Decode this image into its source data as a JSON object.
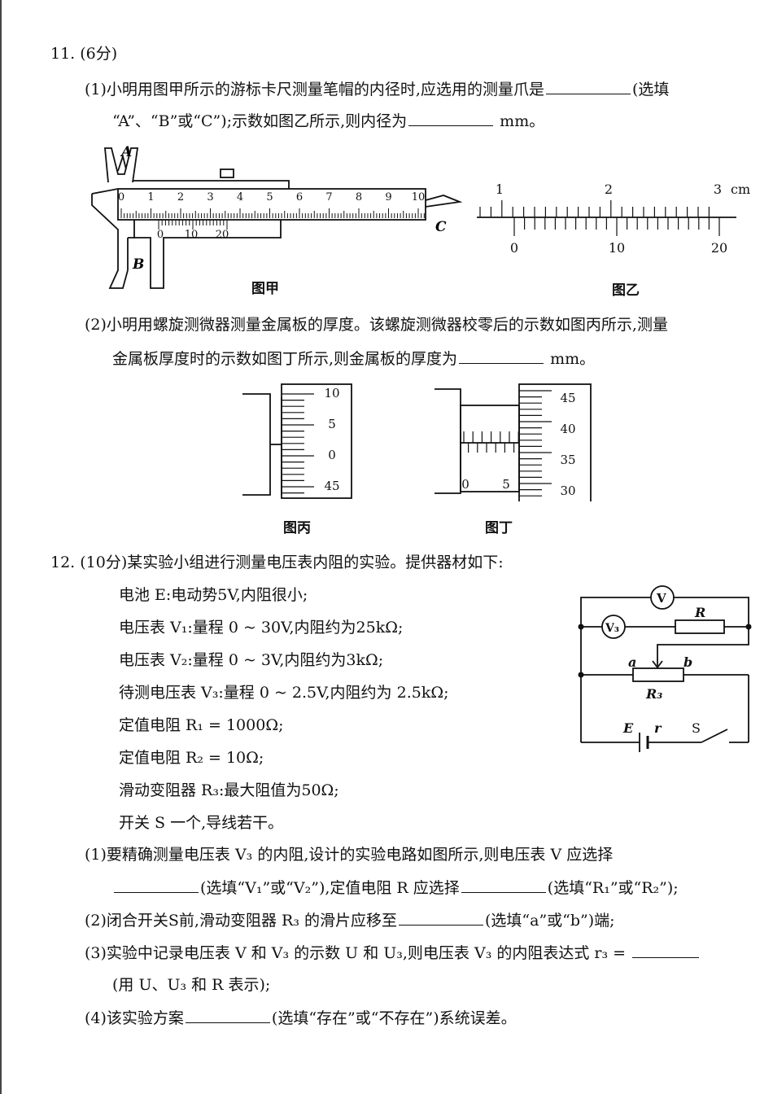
{
  "q11": {
    "head": "11. (6分)",
    "p1_line1a": "(1)小明用图甲所示的游标卡尺测量笔帽的内径时,应选用的测量爪是",
    "p1_line1b": "(选填",
    "p1_line2a": "“A”、“B”或“C”);示数如图乙所示,则内径为",
    "p1_unit": "mm。",
    "p2_line1": "(2)小明用螺旋测微器测量金属板的厚度。该螺旋测微器校零后的示数如图丙所示,测量",
    "p2_line2a": "金属板厚度时的示数如图丁所示,则金属板的厚度为",
    "p2_unit": "mm。",
    "fig_jia": {
      "caption": "图甲",
      "label_a": "A",
      "label_b": "B",
      "label_c": "C",
      "main_numbers": [
        "0",
        "1",
        "2",
        "3",
        "4",
        "5",
        "6",
        "7",
        "8",
        "9",
        "10"
      ],
      "vernier_numbers": [
        "0",
        "10",
        "20"
      ]
    },
    "fig_yi": {
      "caption": "图乙",
      "main_numbers": [
        "1",
        "2",
        "3"
      ],
      "unit": "cm",
      "vernier_numbers": [
        "0",
        "10",
        "20"
      ]
    },
    "fig_bing": {
      "caption": "图丙",
      "numbers": [
        "10",
        "5",
        "0",
        "45"
      ]
    },
    "fig_ding": {
      "caption": "图丁",
      "numbers": [
        "45",
        "40",
        "35",
        "30"
      ],
      "sleeve_numbers": [
        "0",
        "5"
      ]
    }
  },
  "q12": {
    "head": "12. (10分)某实验小组进行测量电压表内阻的实验。提供器材如下:",
    "items": [
      "电池 E:电动势5V,内阻很小;",
      "电压表 V₁:量程 0 ~ 30V,内阻约为25kΩ;",
      "电压表 V₂:量程 0 ~ 3V,内阻约为3kΩ;",
      "待测电压表 V₃:量程 0 ~ 2.5V,内阻约为 2.5kΩ;",
      "定值电阻 R₁ = 1000Ω;",
      "定值电阻 R₂ = 10Ω;",
      "滑动变阻器 R₃:最大阻值为50Ω;",
      "开关 S 一个,导线若干。"
    ],
    "s1_line1": "(1)要精确测量电压表 V₃ 的内阻,设计的实验电路如图所示,则电压表 V 应选择",
    "s1_line2a": "(选填“V₁”或“V₂”),定值电阻 R 应选择",
    "s1_line2b": "(选填“R₁”或“R₂”);",
    "s2_a": "(2)闭合开关S前,滑动变阻器 R₃ 的滑片应移至",
    "s2_b": "(选填“a”或“b”)端;",
    "s3_a": "(3)实验中记录电压表 V 和 V₃ 的示数 U 和 U₃,则电压表 V₃ 的内阻表达式 r₃ =",
    "s3_line2": "(用 U、U₃ 和 R 表示);",
    "s4_a": "(4)该实验方案",
    "s4_b": "(选填“存在”或“不存在”)系统误差。",
    "circuit": {
      "v_label": "V",
      "v3_label": "V₃",
      "r_label": "R",
      "a_label": "a",
      "b_label": "b",
      "r3_label": "R₃",
      "e_label": "E",
      "r_int_label": "r",
      "s_label": "S"
    }
  }
}
